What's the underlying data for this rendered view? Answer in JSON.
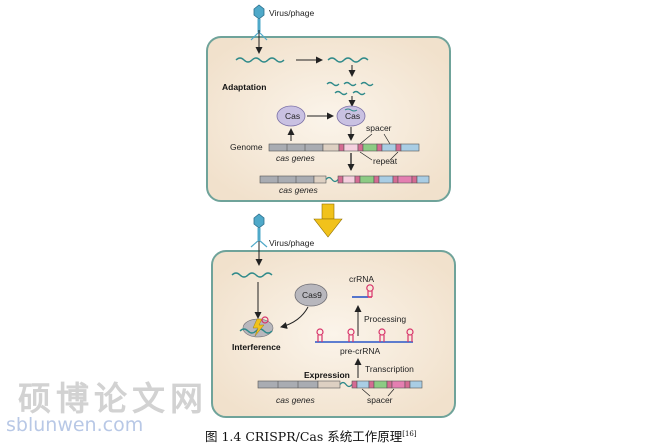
{
  "diagram": {
    "top_panel": {
      "virus_label": "Virus/phage",
      "stage_label": "Adaptation",
      "cas_left": "Cas",
      "cas_right": "Cas",
      "spacer_label": "spacer",
      "repeat_label": "repeat",
      "genome_label": "Genome",
      "cas_genes_top": "cas genes",
      "cas_genes_bottom": "cas genes"
    },
    "bottom_panel": {
      "virus_label": "Virus/phage",
      "cas9_label": "Cas9",
      "crrna_label": "crRNA",
      "processing_label": "Processing",
      "interference_label": "Interference",
      "precrrna_label": "pre-crRNA",
      "expression_label": "Expression",
      "transcription_label": "Transcription",
      "cas_genes_label": "cas genes",
      "spacer_label": "spacer"
    },
    "colors": {
      "cell_fill": "#f6ebdc",
      "cell_border": "#6fa39a",
      "genome_gray": "#a9acb2",
      "repeat_pink": "#d56b93",
      "spacer_green": "#8ccb84",
      "spacer_blue": "#a9cde4",
      "spacer_magenta": "#e47fb1",
      "cas_purple": "#c9c1e2",
      "cas9_gray": "#b8b7bd",
      "transition_arrow": "#f1c21b",
      "rna_hairpin": "#d8336a"
    }
  },
  "watermark": {
    "chinese": "硕博论文网",
    "url": "sblunwen.com"
  },
  "caption": {
    "text": "图 1.4 CRISPR/Cas 系统工作原理",
    "reference": "[16]"
  }
}
